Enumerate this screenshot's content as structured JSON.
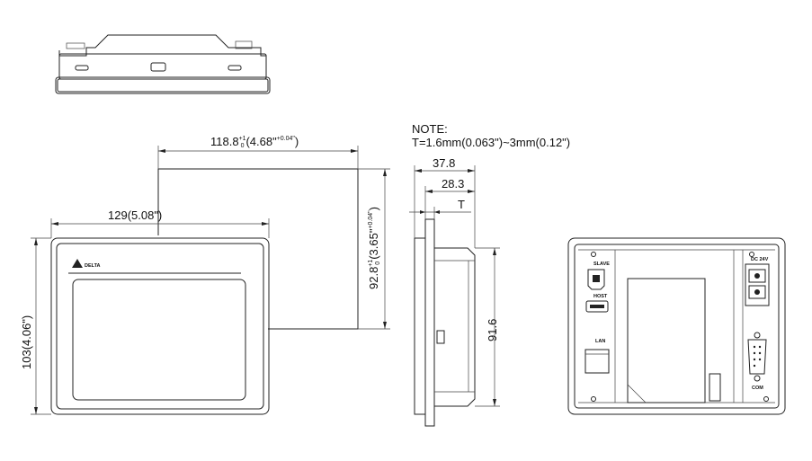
{
  "note": {
    "title": "NOTE:",
    "text": "T=1.6mm(0.063\")~3mm(0.12\")"
  },
  "dimensions": {
    "cutout_width_main": "118.8",
    "cutout_width_tol_plus": "+1",
    "cutout_width_tol_minus": "0",
    "cutout_width_inch": "(4.68\"",
    "cutout_width_inch_tol": "+0.04\"",
    "cutout_width_close": ")",
    "cutout_height_main": "92.8",
    "cutout_height_tol_plus": "+1",
    "cutout_height_tol_minus": "0",
    "cutout_height_inch": "(3.65\"",
    "cutout_height_inch_tol": "+0.04\"",
    "cutout_height_close": ")",
    "width": "129(5.08\")",
    "height": "103(4.06\")",
    "depth_total": "37.8",
    "depth_body": "28.3",
    "panel_thickness": "T",
    "side_height": "91.6"
  },
  "labels": {
    "brand": "DELTA",
    "slave": "SLAVE",
    "host": "HOST",
    "lan": "LAN",
    "dc24v": "DC 24V",
    "com": "COM"
  }
}
